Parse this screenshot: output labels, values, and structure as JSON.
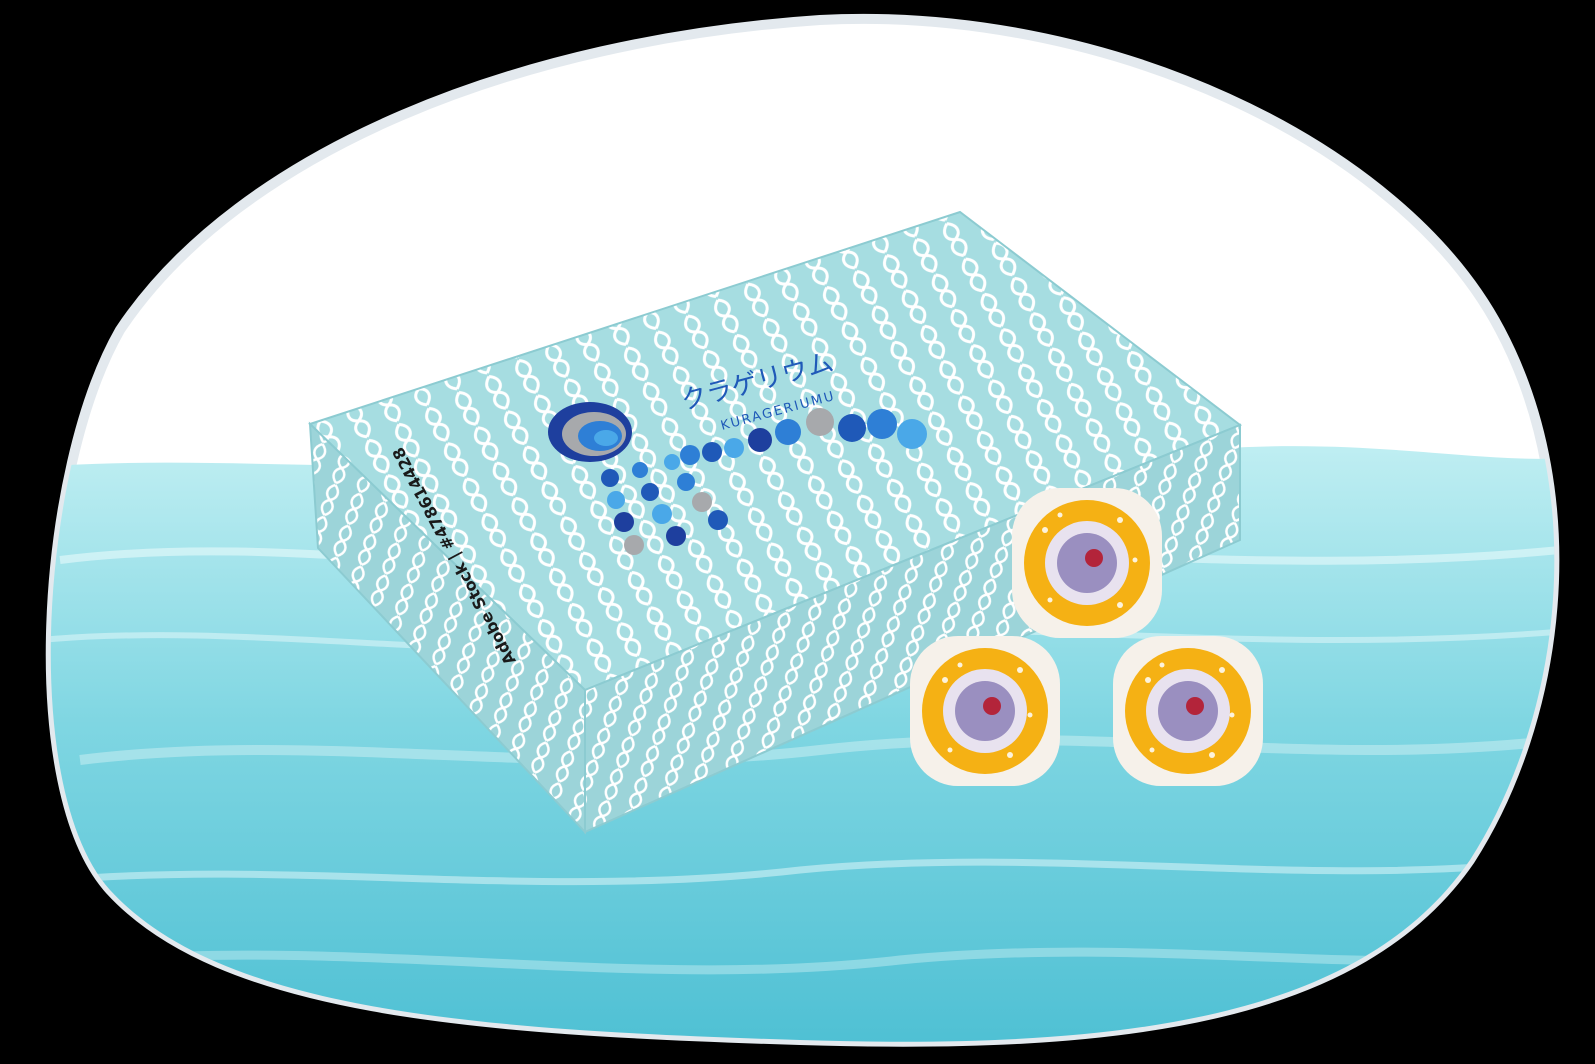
{
  "scene": {
    "background": "#000000",
    "blob_fill": "#ffffff",
    "blob_edge": "#e3e9ee",
    "water_light": "#bfeef2",
    "water_mid": "#7fd6e2",
    "water_deep": "#4cbfd3"
  },
  "box": {
    "pattern_color": "#a6dde1",
    "pattern_line": "#ffffff",
    "brand_jp": "クラゲリウム",
    "brand_en": "KURAGERIUMU",
    "logo_colors": [
      "#1e3f9e",
      "#2e7fd6",
      "#4aa8e8",
      "#a7a9ac",
      "#1f59b8"
    ]
  },
  "watermark": {
    "text": "Adobe Stock | #478614428"
  },
  "mochi": {
    "count": 3,
    "outer": "#f6f1ea",
    "ring": "#f5b114",
    "core": "#9a8fc0",
    "center": "#b3243a"
  }
}
